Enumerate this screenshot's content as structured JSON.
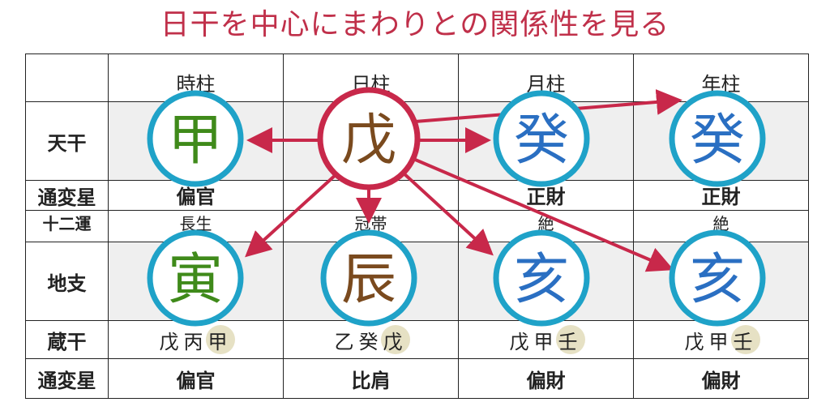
{
  "title": "日干を中心にまわりとの関係性を見る",
  "pillars": [
    "時柱",
    "日柱",
    "月柱",
    "年柱"
  ],
  "row_labels": {
    "heavenly_stem": "天干",
    "tsuhen_top": "通変星",
    "twelve": "十二運",
    "earthly_branch": "地支",
    "hidden_stems": "蔵干",
    "tsuhen_bottom": "通変星"
  },
  "heavenly_stems": [
    "甲",
    "戊",
    "癸",
    "癸"
  ],
  "tsuhen_top": [
    "偏官",
    "",
    "正財",
    "正財"
  ],
  "twelve_fortunes": [
    "長生",
    "冠帯",
    "絶",
    "絶"
  ],
  "earthly_branches": [
    "寅",
    "辰",
    "亥",
    "亥"
  ],
  "hidden_stems": [
    [
      "戊",
      "丙",
      "甲"
    ],
    [
      "乙",
      "癸",
      "戊"
    ],
    [
      "戊",
      "甲",
      "壬"
    ],
    [
      "戊",
      "甲",
      "壬"
    ]
  ],
  "tsuhen_bottom": [
    "偏官",
    "比肩",
    "偏財",
    "偏財"
  ],
  "colors": {
    "title": "#c0304a",
    "arrow": "#c8284a",
    "ring_blue": "#1fa2c8",
    "ring_center": "#c8284a",
    "wood": "#3f8a1a",
    "earth": "#7a4a1e",
    "water": "#2a6fc2",
    "highlight": "#e6e1c4"
  }
}
